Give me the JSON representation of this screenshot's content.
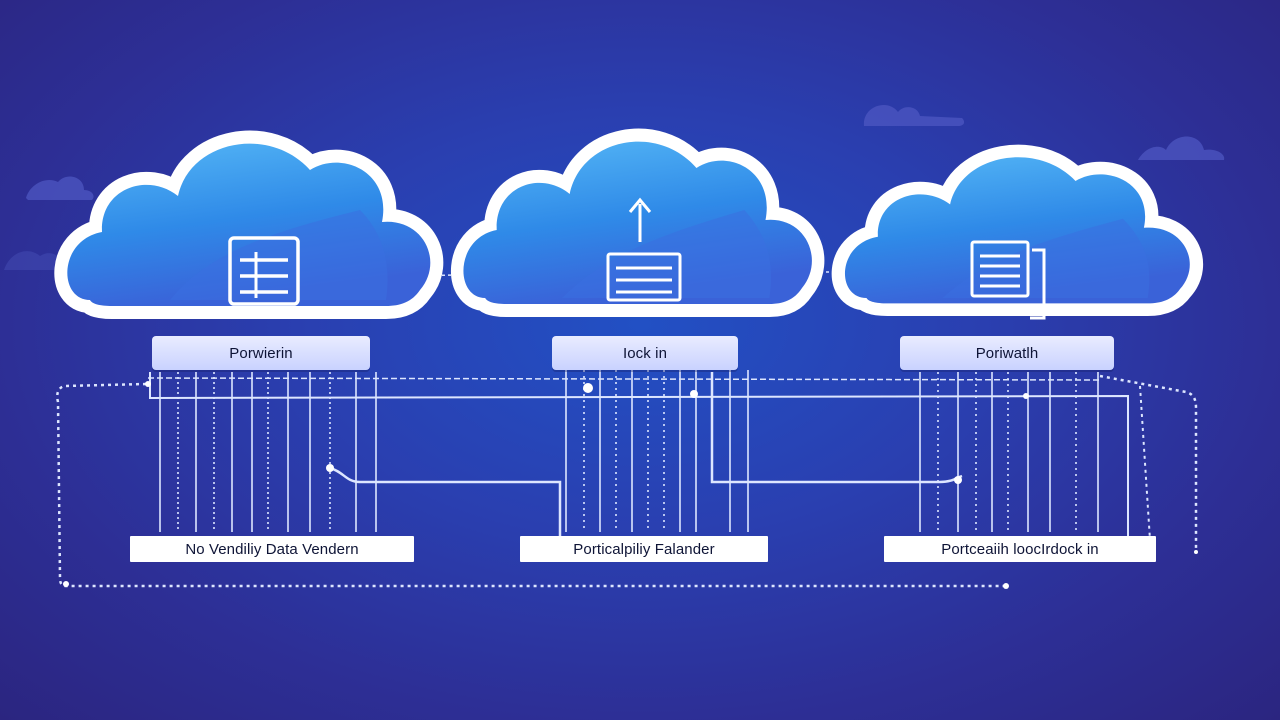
{
  "colors": {
    "cloud_fill": "#2f8ae8",
    "cloud_highlight": "#4cb0f4",
    "cloud_outline": "#ffffff",
    "connector": "#d8e2ff",
    "bg_dark": "#2b2580",
    "bg_light": "#2250c4",
    "decor_cloud": "#5a62c8"
  },
  "clouds": [
    {
      "icon": "table-icon",
      "label": "Porwierin"
    },
    {
      "icon": "upload-icon",
      "label": "Iock in"
    },
    {
      "icon": "document-icon",
      "label": "Poriwatlh"
    }
  ],
  "bottom_labels": [
    "No Vendiliy Data Vendern",
    "Porticalpiliy Falander",
    "Portceaiih loocIrdock in"
  ]
}
